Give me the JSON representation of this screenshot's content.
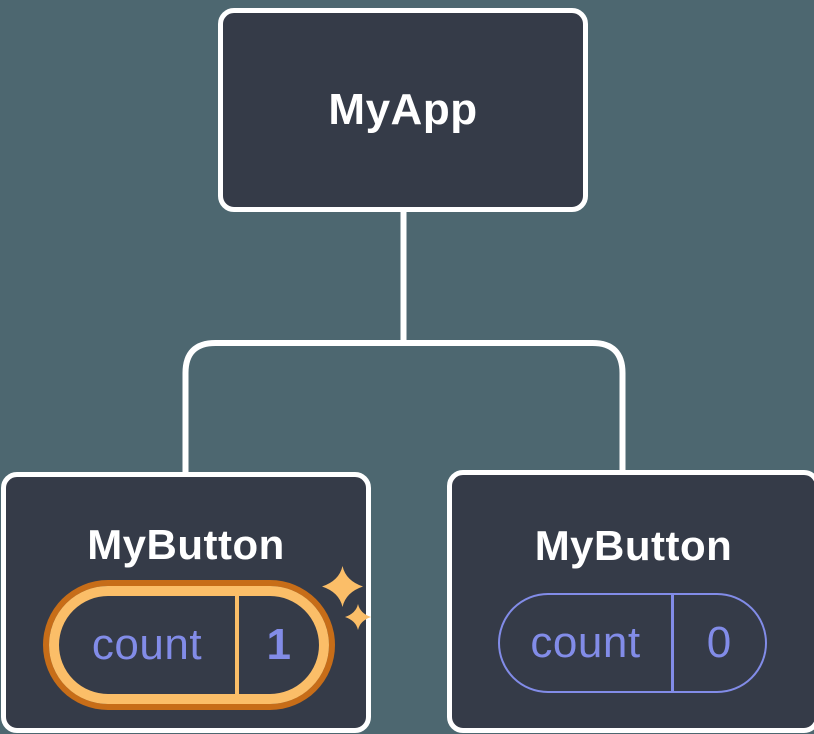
{
  "colors": {
    "background": "#4D6770",
    "node_fill": "#353B48",
    "node_border": "#FFFFFF",
    "accent_purple": "#828CE8",
    "highlight_orange": "#FBBE68",
    "highlight_orange_dark": "#C76D18"
  },
  "tree": {
    "root": {
      "label": "MyApp"
    },
    "children": [
      {
        "label": "MyButton",
        "highlighted": true,
        "state": {
          "key": "count",
          "value": "1"
        }
      },
      {
        "label": "MyButton",
        "highlighted": false,
        "state": {
          "key": "count",
          "value": "0"
        }
      }
    ]
  },
  "icons": {
    "sparkles": "four-point-star-sparkles"
  }
}
